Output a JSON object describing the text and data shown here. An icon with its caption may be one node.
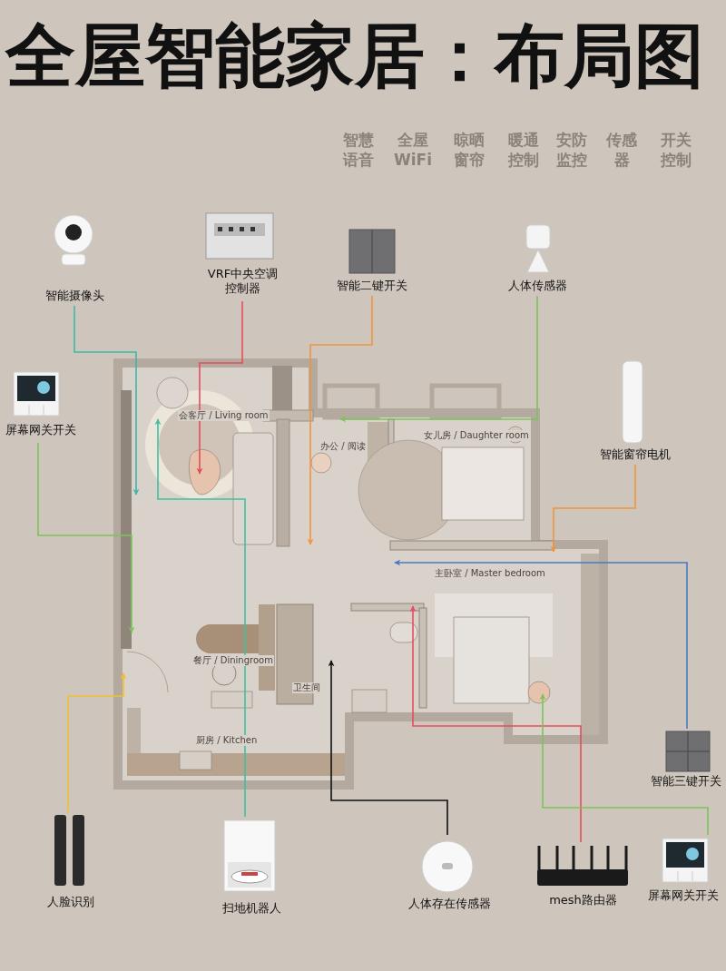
{
  "diagram": {
    "title": "全屋智能家居：布局图",
    "nodes": [
      {
        "text": [
          "智能摄像头"
        ]
      },
      {
        "text": [
          "VRF中央空调控制器"
        ]
      },
      {
        "text": [
          "智能二键开关"
        ]
      },
      {
        "text": [
          "人体传感器"
        ]
      },
      {
        "text": [
          "屏幕网关开关"
        ]
      },
      {
        "text": [
          "智能窗帘电机"
        ]
      },
      {
        "text": [
          "智能三键开关"
        ]
      },
      {
        "text": [
          "mesh路由器"
        ]
      },
      {
        "text": [
          "屏幕网关开关"
        ]
      },
      {
        "text": [
          "人体存在传感器"
        ]
      },
      {
        "text": [
          "扫地机器人"
        ]
      },
      {
        "text": [
          "人脸识别"
        ]
      }
    ],
    "edges": [
      {
        "from": 0,
        "to": null,
        "arrow": "to",
        "color": "#3cb8a8"
      },
      {
        "from": 1,
        "to": null,
        "arrow": "to",
        "color": "#e84c5c"
      },
      {
        "from": 2,
        "to": null,
        "arrow": "to",
        "color": "#f0953a"
      },
      {
        "from": 3,
        "to": null,
        "arrow": "to",
        "color": "#7cc35a"
      },
      {
        "from": 4,
        "to": null,
        "arrow": "to",
        "color": "#7cc35a"
      },
      {
        "from": 5,
        "to": null,
        "arrow": "to",
        "color": "#f0953a"
      },
      {
        "from": 6,
        "to": null,
        "arrow": "to",
        "color": "#4a78c8"
      },
      {
        "from": 7,
        "to": null,
        "arrow": "to",
        "color": "#e84c5c"
      },
      {
        "from": 8,
        "to": null,
        "arrow": "to",
        "color": "#7cc35a"
      },
      {
        "from": 9,
        "to": null,
        "arrow": "to",
        "color": "#111111"
      },
      {
        "from": 10,
        "to": null,
        "arrow": "to",
        "color": "#40c0a0"
      },
      {
        "from": 11,
        "to": null,
        "arrow": "to",
        "color": "#f0c030"
      }
    ],
    "labels": [
      "智慧语音",
      "全屋WiFi",
      "晾晒窗帘",
      "暖通控制",
      "安防监控",
      "传感器",
      "开关控制",
      "会客厅 / Living room",
      "办公 / 阅读",
      "女儿房 / Daughter room",
      "主卧室 / Master bedroom",
      "餐厅 / Diningroom",
      "卫生间",
      "厨房 / Kitchen"
    ]
  }
}
